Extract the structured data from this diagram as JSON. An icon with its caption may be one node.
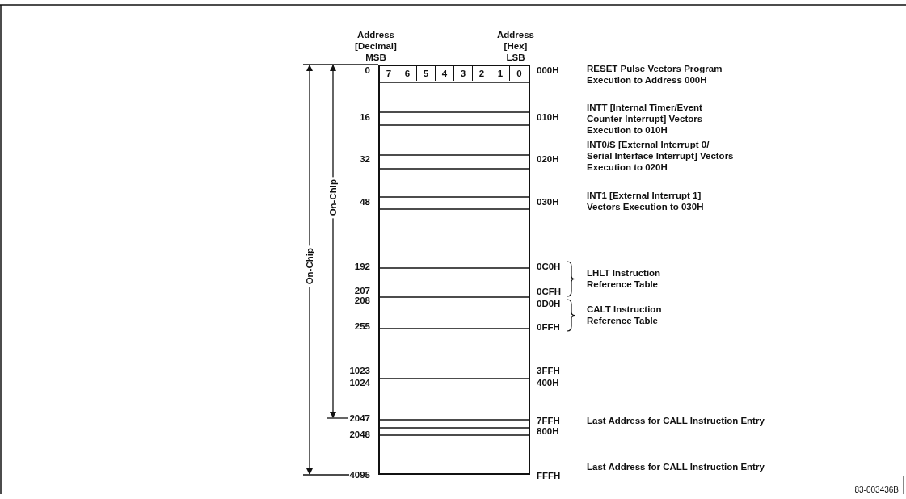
{
  "diagram": {
    "nodes": [
      {
        "text": [],
        "shape": "box"
      },
      {
        "text": [
          "7"
        ],
        "in": 0
      },
      {
        "text": [
          "6"
        ],
        "in": 0
      },
      {
        "text": [
          "5"
        ],
        "in": 0
      },
      {
        "text": [
          "4"
        ],
        "in": 0
      },
      {
        "text": [
          "3"
        ],
        "in": 0
      },
      {
        "text": [
          "2"
        ],
        "in": 0
      },
      {
        "text": [
          "1"
        ],
        "in": 0
      },
      {
        "text": [
          "0"
        ],
        "in": 0
      }
    ],
    "labels": [
      "Address [Decimal] MSB",
      "Address [Hex] LSB",
      "On-Chip",
      "On-Chip",
      "0",
      "000H",
      "RESET Pulse Vectors Program Execution to Address 000H",
      "16",
      "010H",
      "INTT [Internal Timer/Event Counter Interrupt] Vectors Execution to 010H",
      "32",
      "020H",
      "INT0/S [External Interrupt 0/ Serial Interface Interrupt] Vectors Execution to 020H",
      "48",
      "030H",
      "INT1 [External Interrupt 1] Vectors Execution to 030H",
      "192",
      "0C0H",
      "LHLT Instruction Reference Table",
      "207",
      "0CFH",
      "208",
      "0D0H",
      "CALT Instruction Reference Table",
      "255",
      "0FFH",
      "1023",
      "3FFH",
      "1024",
      "400H",
      "2047",
      "7FFH",
      "Last Address for CALL Instruction Entry",
      "2048",
      "800H",
      "4095",
      "FFFH",
      "Last Address for CALL Instruction Entry",
      "83-003436B"
    ]
  }
}
